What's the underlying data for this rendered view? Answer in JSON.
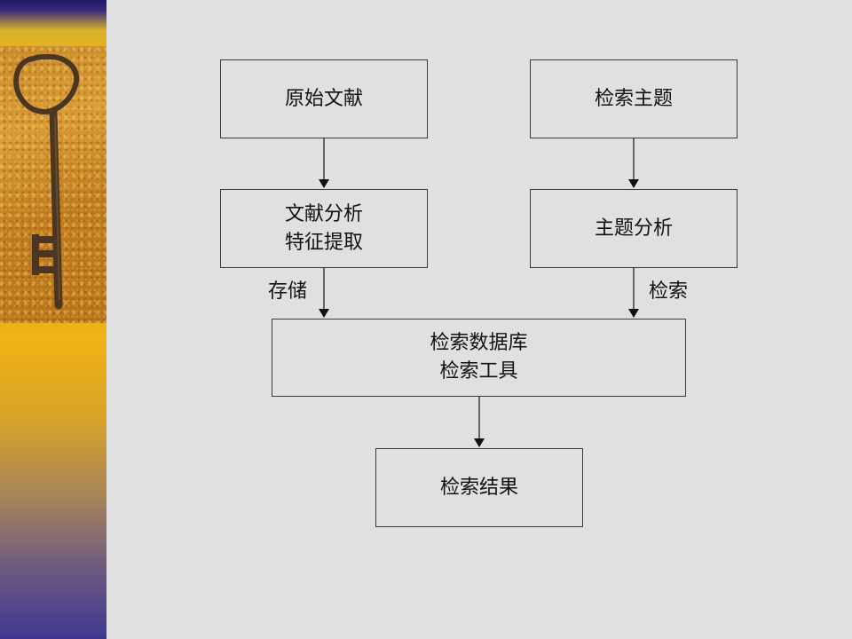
{
  "slide": {
    "background": "#e0e0e0",
    "sidebar_image": "antique-key-photo"
  },
  "flowchart": {
    "nodes": {
      "original_docs": {
        "lines": [
          "原始文献"
        ]
      },
      "retrieval_topic": {
        "lines": [
          "检索主题"
        ]
      },
      "doc_analysis": {
        "lines": [
          "文献分析",
          "特征提取"
        ]
      },
      "topic_analysis": {
        "lines": [
          "主题分析"
        ]
      },
      "database": {
        "lines": [
          "检索数据库",
          "检索工具"
        ]
      },
      "results": {
        "lines": [
          "检索结果"
        ]
      }
    },
    "edge_labels": {
      "store": "存储",
      "search": "检索"
    }
  }
}
